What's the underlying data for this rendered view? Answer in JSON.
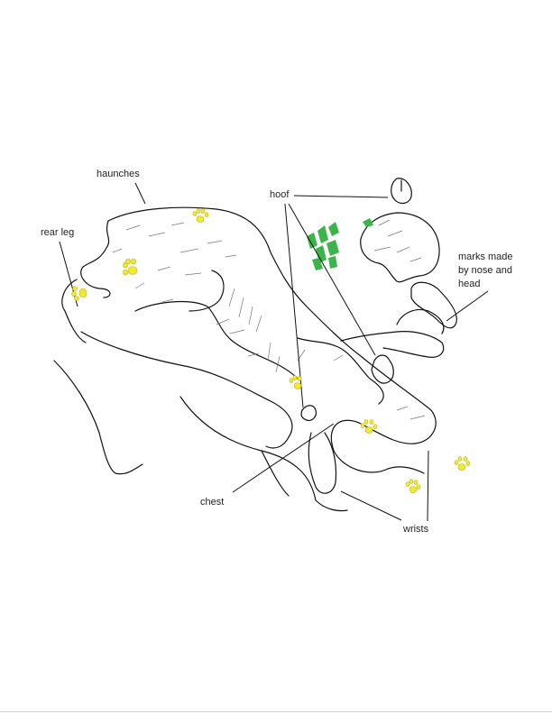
{
  "title": "Deer bed impression diagram",
  "labels": {
    "haunches": "haunches",
    "rear_leg": "rear leg",
    "hoof": "hoof",
    "nose_marks": [
      "marks made",
      "by nose and",
      "head"
    ],
    "chest": "chest",
    "wrists": "wrists"
  },
  "colors": {
    "paw_print": "#f2ea2c",
    "vegetation": "#3bb54a",
    "outline": "#111111"
  }
}
